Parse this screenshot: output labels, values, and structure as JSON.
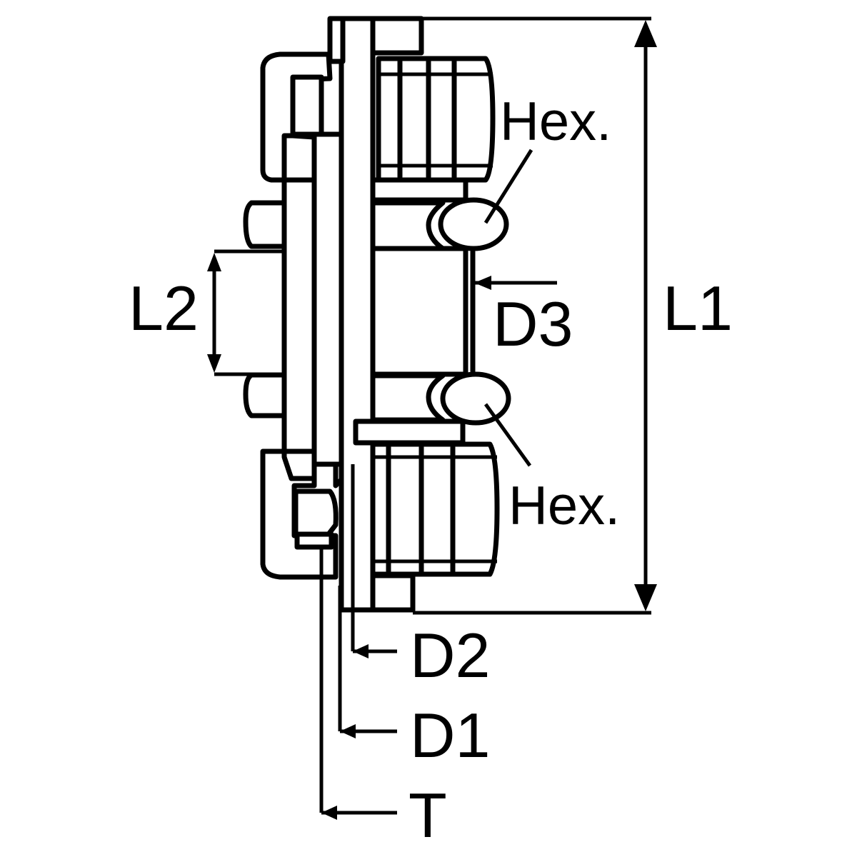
{
  "labels": {
    "hex_top": "Hex.",
    "hex_bottom": "Hex.",
    "l1": "L1",
    "l2": "L2",
    "d3": "D3",
    "d2": "D2",
    "d1": "D1",
    "t": "T"
  },
  "colors": {
    "line": "#000000",
    "background": "#ffffff"
  }
}
